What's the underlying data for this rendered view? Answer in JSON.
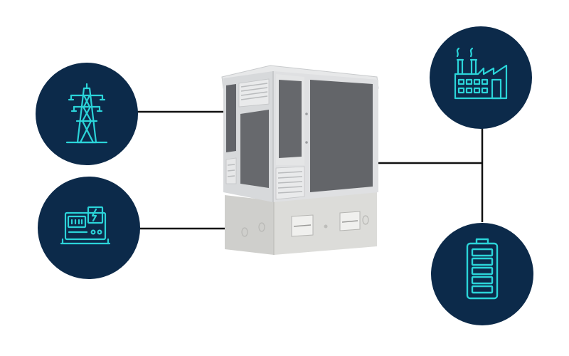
{
  "colors": {
    "background": "#ffffff",
    "circle_fill": "#0c2a4a",
    "icon_stroke": "#2bd4d9",
    "connector": "#111111",
    "cabinet_frame": "#d6d8da",
    "cabinet_panel": "#6a6c70",
    "base": "#d4d4d1"
  },
  "nodes": [
    {
      "id": "grid",
      "icon": "transmission-tower-icon",
      "side": "left"
    },
    {
      "id": "generator",
      "icon": "generator-icon",
      "side": "left"
    },
    {
      "id": "industry",
      "icon": "factory-icon",
      "side": "right"
    },
    {
      "id": "storage",
      "icon": "battery-icon",
      "side": "right"
    }
  ],
  "center": {
    "icon": "power-converter-cabinet"
  }
}
